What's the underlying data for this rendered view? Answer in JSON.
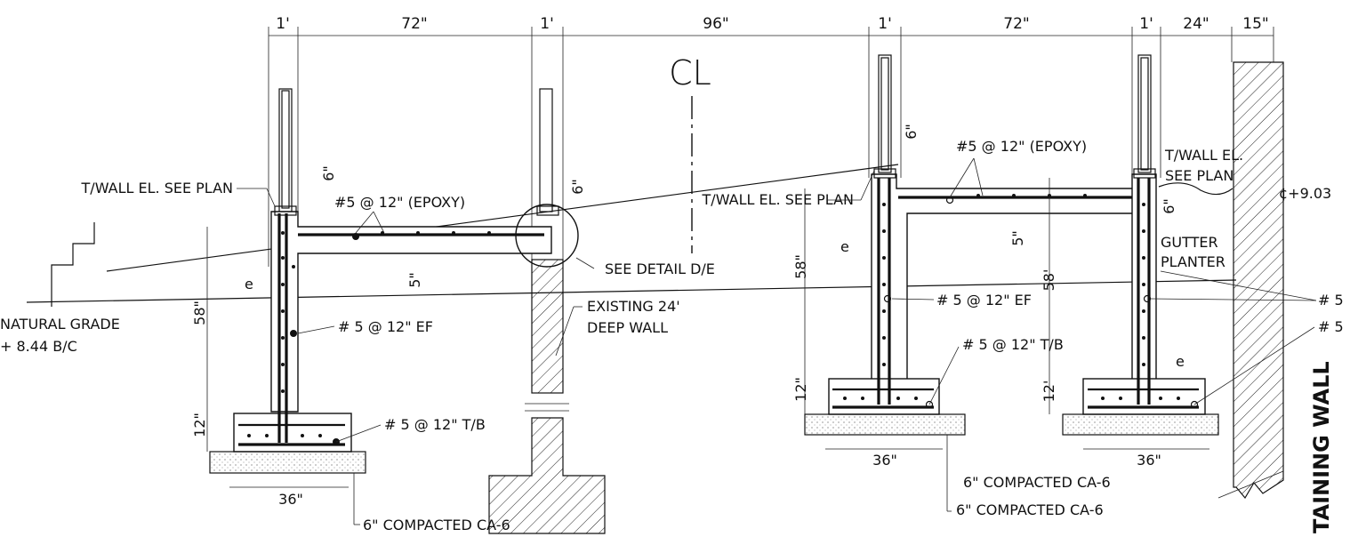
{
  "dimensions": {
    "d1": "1'",
    "d2": "72\"",
    "d3": "1'",
    "d4": "96\"",
    "d5": "1'",
    "d6": "72\"",
    "d7": "1'",
    "d8": "24\"",
    "d9": "15\""
  },
  "centerline": "CL",
  "left_unit": {
    "top_of_wall": "T/WALL EL. SEE PLAN",
    "top_bars": "#5 @ 12\" (EPOXY)",
    "slab_thk": "5\"",
    "wall_dim_6": "6\"",
    "post_dim_6": "6\"",
    "e_label": "e",
    "height": "58\"",
    "footing": "12\"",
    "wall_bars": "# 5 @ 12\" EF",
    "footing_bars": "# 5 @ 12\" T/B",
    "footing_width": "36\"",
    "base": "6\" COMPACTED CA-6",
    "grade_1": "NATURAL GRADE",
    "grade_2": "+ 8.44 B/C"
  },
  "existing": {
    "detail": "SEE DETAIL D/E",
    "wall_1": "EXISTING 24'",
    "wall_2": "DEEP WALL"
  },
  "right_unit": {
    "top_of_wall": "T/WALL EL. SEE PLAN",
    "top_bars": "#5 @ 12\" (EPOXY)",
    "slab_thk": "5\"",
    "dim_6a": "6\"",
    "dim_6b": "6\"",
    "e_label": "e",
    "e_label2": "e",
    "height_a": "58\"",
    "height_b": "58'",
    "footing_a": "12\"",
    "footing_b": "12'",
    "wall_bars": "# 5 @ 12\" EF",
    "footing_bars": "# 5 @ 12\" T/B",
    "footing_width_a": "36\"",
    "footing_width_b": "36\"",
    "base_a": "6\" COMPACTED CA-6",
    "base_b": "6\" COMPACTED CA-6",
    "tw_2a": "T/WALL EL.",
    "tw_2b": "SEE PLAN",
    "elev": "¢+9.03",
    "gutter": "GUTTER",
    "planter": "PLANTER",
    "callout_1": "# 5",
    "callout_2": "# 5",
    "retaining": "TAINING WALL"
  }
}
